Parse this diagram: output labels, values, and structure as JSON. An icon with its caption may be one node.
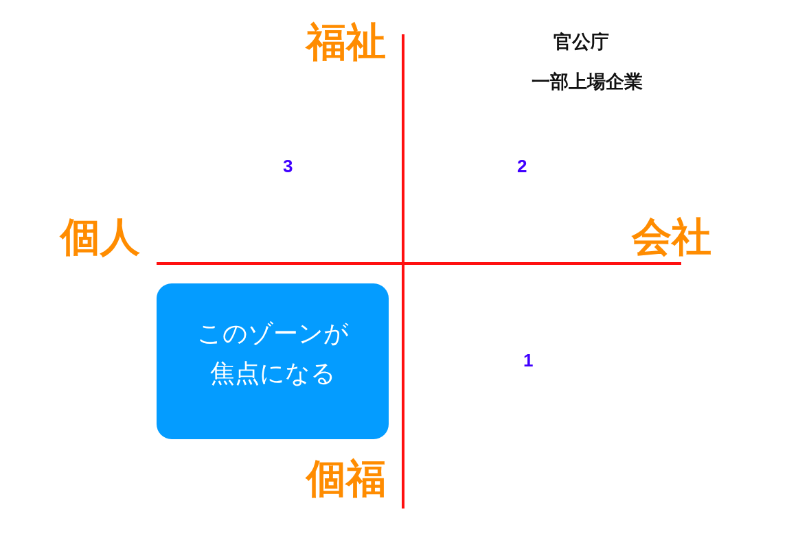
{
  "diagram": {
    "nodes": [
      {
        "text": [
          "このゾーンが焦点になる"
        ]
      }
    ],
    "labels": [
      "福祉",
      "官公庁",
      "一部上場企業",
      "3",
      "2",
      "個人",
      "会社",
      "1",
      "個福"
    ]
  }
}
